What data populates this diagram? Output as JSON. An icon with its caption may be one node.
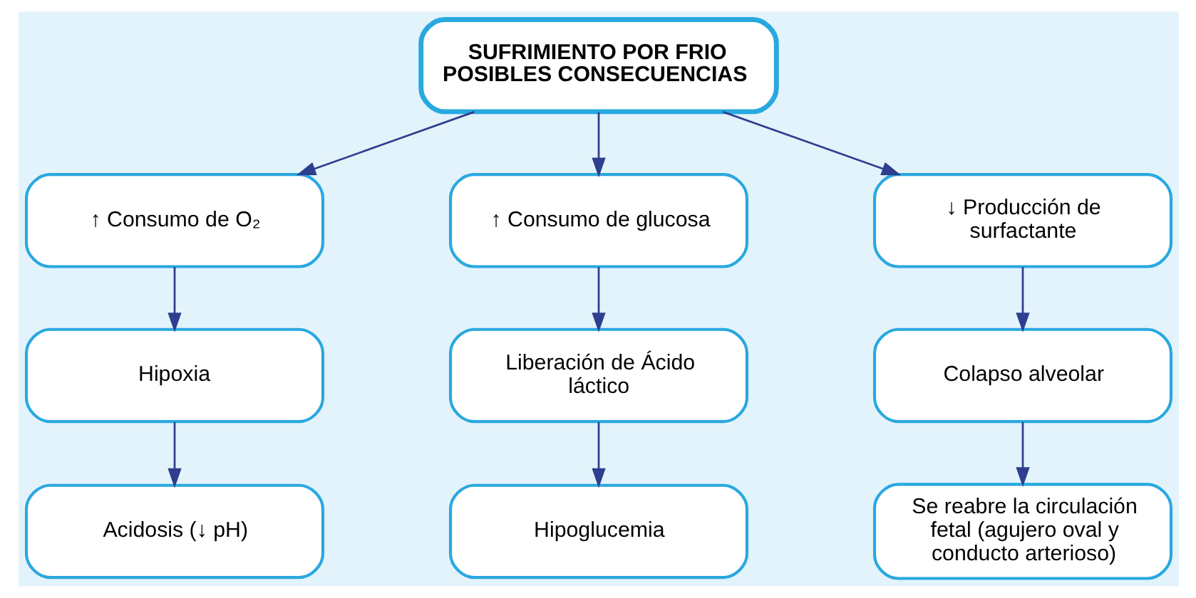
{
  "diagram": {
    "nodes": [
      {
        "text": [
          "SUFRIMIENTO POR FRIO POSIBLES CONSECUENCIAS"
        ]
      },
      {
        "text": [
          "↑ Consumo de O₂"
        ]
      },
      {
        "text": [
          "↑ Consumo de glucosa"
        ]
      },
      {
        "text": [
          "↓ Producción de surfactante"
        ]
      },
      {
        "text": [
          "Hipoxia"
        ]
      },
      {
        "text": [
          "Liberación de Ácido láctico"
        ]
      },
      {
        "text": [
          "Colapso alveolar"
        ]
      },
      {
        "text": [
          "Acidosis (↓ pH)"
        ]
      },
      {
        "text": [
          "Hipoglucemia"
        ]
      },
      {
        "text": [
          "Se reabre la circulación fetal (agujero oval y conducto arterioso)"
        ]
      }
    ],
    "edges": [
      {
        "from": 0,
        "to": 1,
        "arrow": "to"
      },
      {
        "from": 0,
        "to": 2,
        "arrow": "to"
      },
      {
        "from": 0,
        "to": 3,
        "arrow": "to"
      },
      {
        "from": 1,
        "to": 4,
        "arrow": "to"
      },
      {
        "from": 2,
        "to": 5,
        "arrow": "to"
      },
      {
        "from": 3,
        "to": 6,
        "arrow": "to"
      },
      {
        "from": 4,
        "to": 7,
        "arrow": "to"
      },
      {
        "from": 5,
        "to": 8,
        "arrow": "to"
      },
      {
        "from": 6,
        "to": 9,
        "arrow": "to"
      }
    ]
  }
}
